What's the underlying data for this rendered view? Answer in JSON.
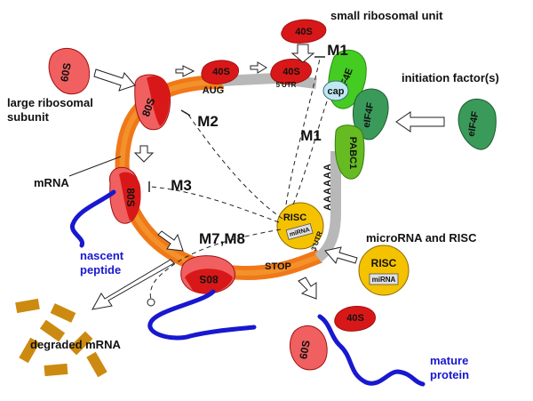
{
  "labels": {
    "small_ribosomal_unit": "small ribosomal unit",
    "initiation_factors": "initiation factor(s)",
    "large_ribosomal_subunit_line1": "large ribosomal",
    "large_ribosomal_subunit_line2": "subunit",
    "mrna": "mRNA",
    "nascent_line1": "nascent",
    "nascent_line2": "peptide",
    "microrna_and_risc": "microRNA and RISC",
    "degraded_mrna": "degraded mRNA",
    "mature_line1": "mature",
    "mature_line2": "protein"
  },
  "mechanisms": {
    "m1_top": "M1",
    "m1_mid": "M1",
    "m2": "M2",
    "m3": "M3",
    "m7m8": "M7,M8"
  },
  "molecules": {
    "s40_top": "40S",
    "s40_a": "40S",
    "s40_b": "40S",
    "s40_bottom": "40S",
    "s60_left": "60S",
    "s60_bottom": "60S",
    "s80_top": "80S",
    "s80_left": "80S",
    "s80_bottom": "80S",
    "cap": "cap",
    "eif4e": "eIF4E",
    "eif4f": "eIF4F",
    "eif4f_free": "eIF4F",
    "pabc1": "PABC1",
    "polya": "AAAAAA",
    "risc_bound": "RISC",
    "mirna_bound": "miRNA",
    "risc_free": "RISC",
    "mirna_free": "miRNA"
  },
  "sites": {
    "aug": "AUG",
    "utr5": "5'UTR",
    "utr3": "3'UTR",
    "stop": "STOP"
  },
  "colors": {
    "ribosome_red": "#e02020",
    "ribosome_pink": "#f06060",
    "mrna_orange": "#f07818",
    "mrna_grey": "#b8b8b8",
    "eif4e_green": "#44cc22",
    "eif4f_darkgreen": "#3a9a5a",
    "pabc1_green": "#66bb22",
    "risc_yellow": "#f5c200",
    "peptide_blue": "#1818d0",
    "degraded_brown": "#cc8a10"
  }
}
